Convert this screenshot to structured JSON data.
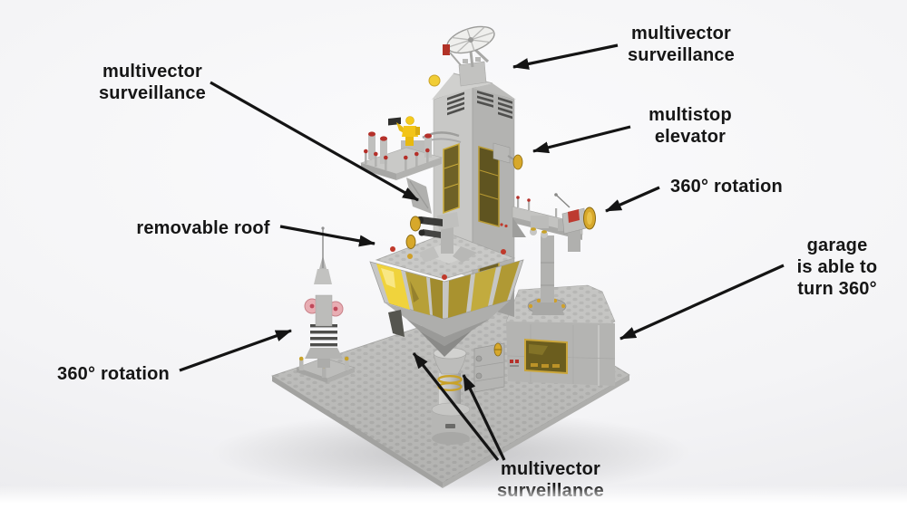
{
  "annotations": [
    {
      "id": "multivector-surveillance-top-left",
      "lines": [
        "multivector",
        "surveillance"
      ]
    },
    {
      "id": "multivector-surveillance-top-right",
      "lines": [
        "multivector",
        "surveillance"
      ]
    },
    {
      "id": "multistop-elevator",
      "lines": [
        "multistop",
        "elevator"
      ]
    },
    {
      "id": "rotation-right",
      "lines": [
        "360° rotation"
      ]
    },
    {
      "id": "garage-turn",
      "lines": [
        "garage",
        "is able to",
        "turn 360°"
      ]
    },
    {
      "id": "removable-roof",
      "lines": [
        "removable roof"
      ]
    },
    {
      "id": "rotation-left",
      "lines": [
        "360° rotation"
      ]
    },
    {
      "id": "multivector-surveillance-bottom",
      "lines": [
        "multivector",
        "surveillance"
      ]
    }
  ],
  "colors": {
    "label_text": "#161616",
    "arrow": "#141414",
    "lego_light_gray": "#c8c8c6",
    "lego_mid_gray": "#b3b3b1",
    "lego_dark_gray": "#9f9f9d",
    "baseplate_gray": "#bfbfbd",
    "glass_yellow_bright": "#f0d33c",
    "glass_olive": "#b39c35",
    "frame_gold": "#c9ab3a",
    "gold": "#cfa02a",
    "accent_red": "#b5302a",
    "dish_pink": "#e7a6ac",
    "minifig_yellow": "#f2c418",
    "vent_dark": "#4c4c4a",
    "background": "#f2f2f4"
  }
}
